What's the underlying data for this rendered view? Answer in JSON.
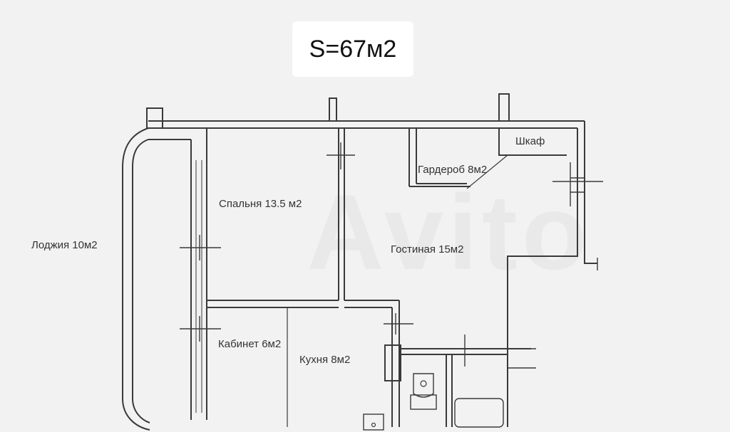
{
  "header": {
    "area_total": "S=67м2"
  },
  "rooms": {
    "loggia": "Лоджия 10м2",
    "bedroom": "Спальня 13.5 м2",
    "wardrobe": "Гардероб 8м2",
    "closet": "Шкаф",
    "living": "Гостиная 15м2",
    "study": "Кабинет 6м2",
    "kitchen": "Кухня 8м2"
  },
  "watermark": {
    "text": "Avito"
  },
  "colors": {
    "wall": "#3a3a3a",
    "background": "#f2f2f2",
    "label": "#333333"
  }
}
